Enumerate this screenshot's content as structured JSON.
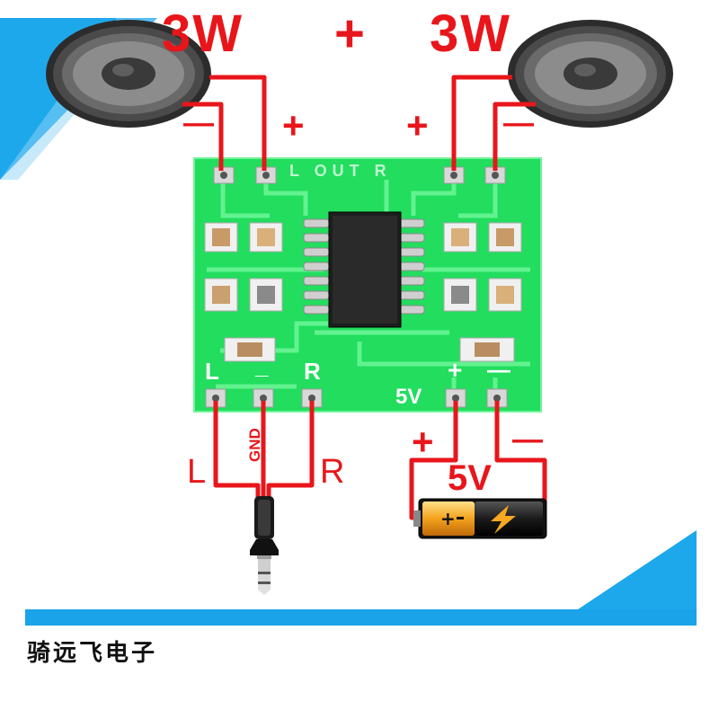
{
  "title": {
    "left_power": "3W",
    "plus": "+",
    "right_power": "3W"
  },
  "speaker_left": {
    "minus": "—",
    "plus": "+"
  },
  "speaker_right": {
    "plus": "+",
    "minus": "—"
  },
  "board": {
    "top_label": "L OUT R",
    "bottom_l": "L",
    "bottom_gnd": "_",
    "bottom_r": "R",
    "bottom_plus": "+",
    "bottom_minus": "—",
    "bottom_5v": "5V"
  },
  "audio": {
    "l": "L",
    "gnd": "GND",
    "r": "R"
  },
  "power": {
    "plus": "+",
    "minus": "—",
    "voltage": "5V"
  },
  "footer": {
    "brand": "骑远飞电子"
  },
  "colors": {
    "wire": "#e8161b",
    "pcb": "#1fdc5a",
    "accent_blue": "#1aa3e8",
    "chip": "#1b1b1b"
  },
  "icons": [
    "speaker-icon",
    "battery-icon",
    "audio-jack-icon",
    "lightning-icon"
  ]
}
